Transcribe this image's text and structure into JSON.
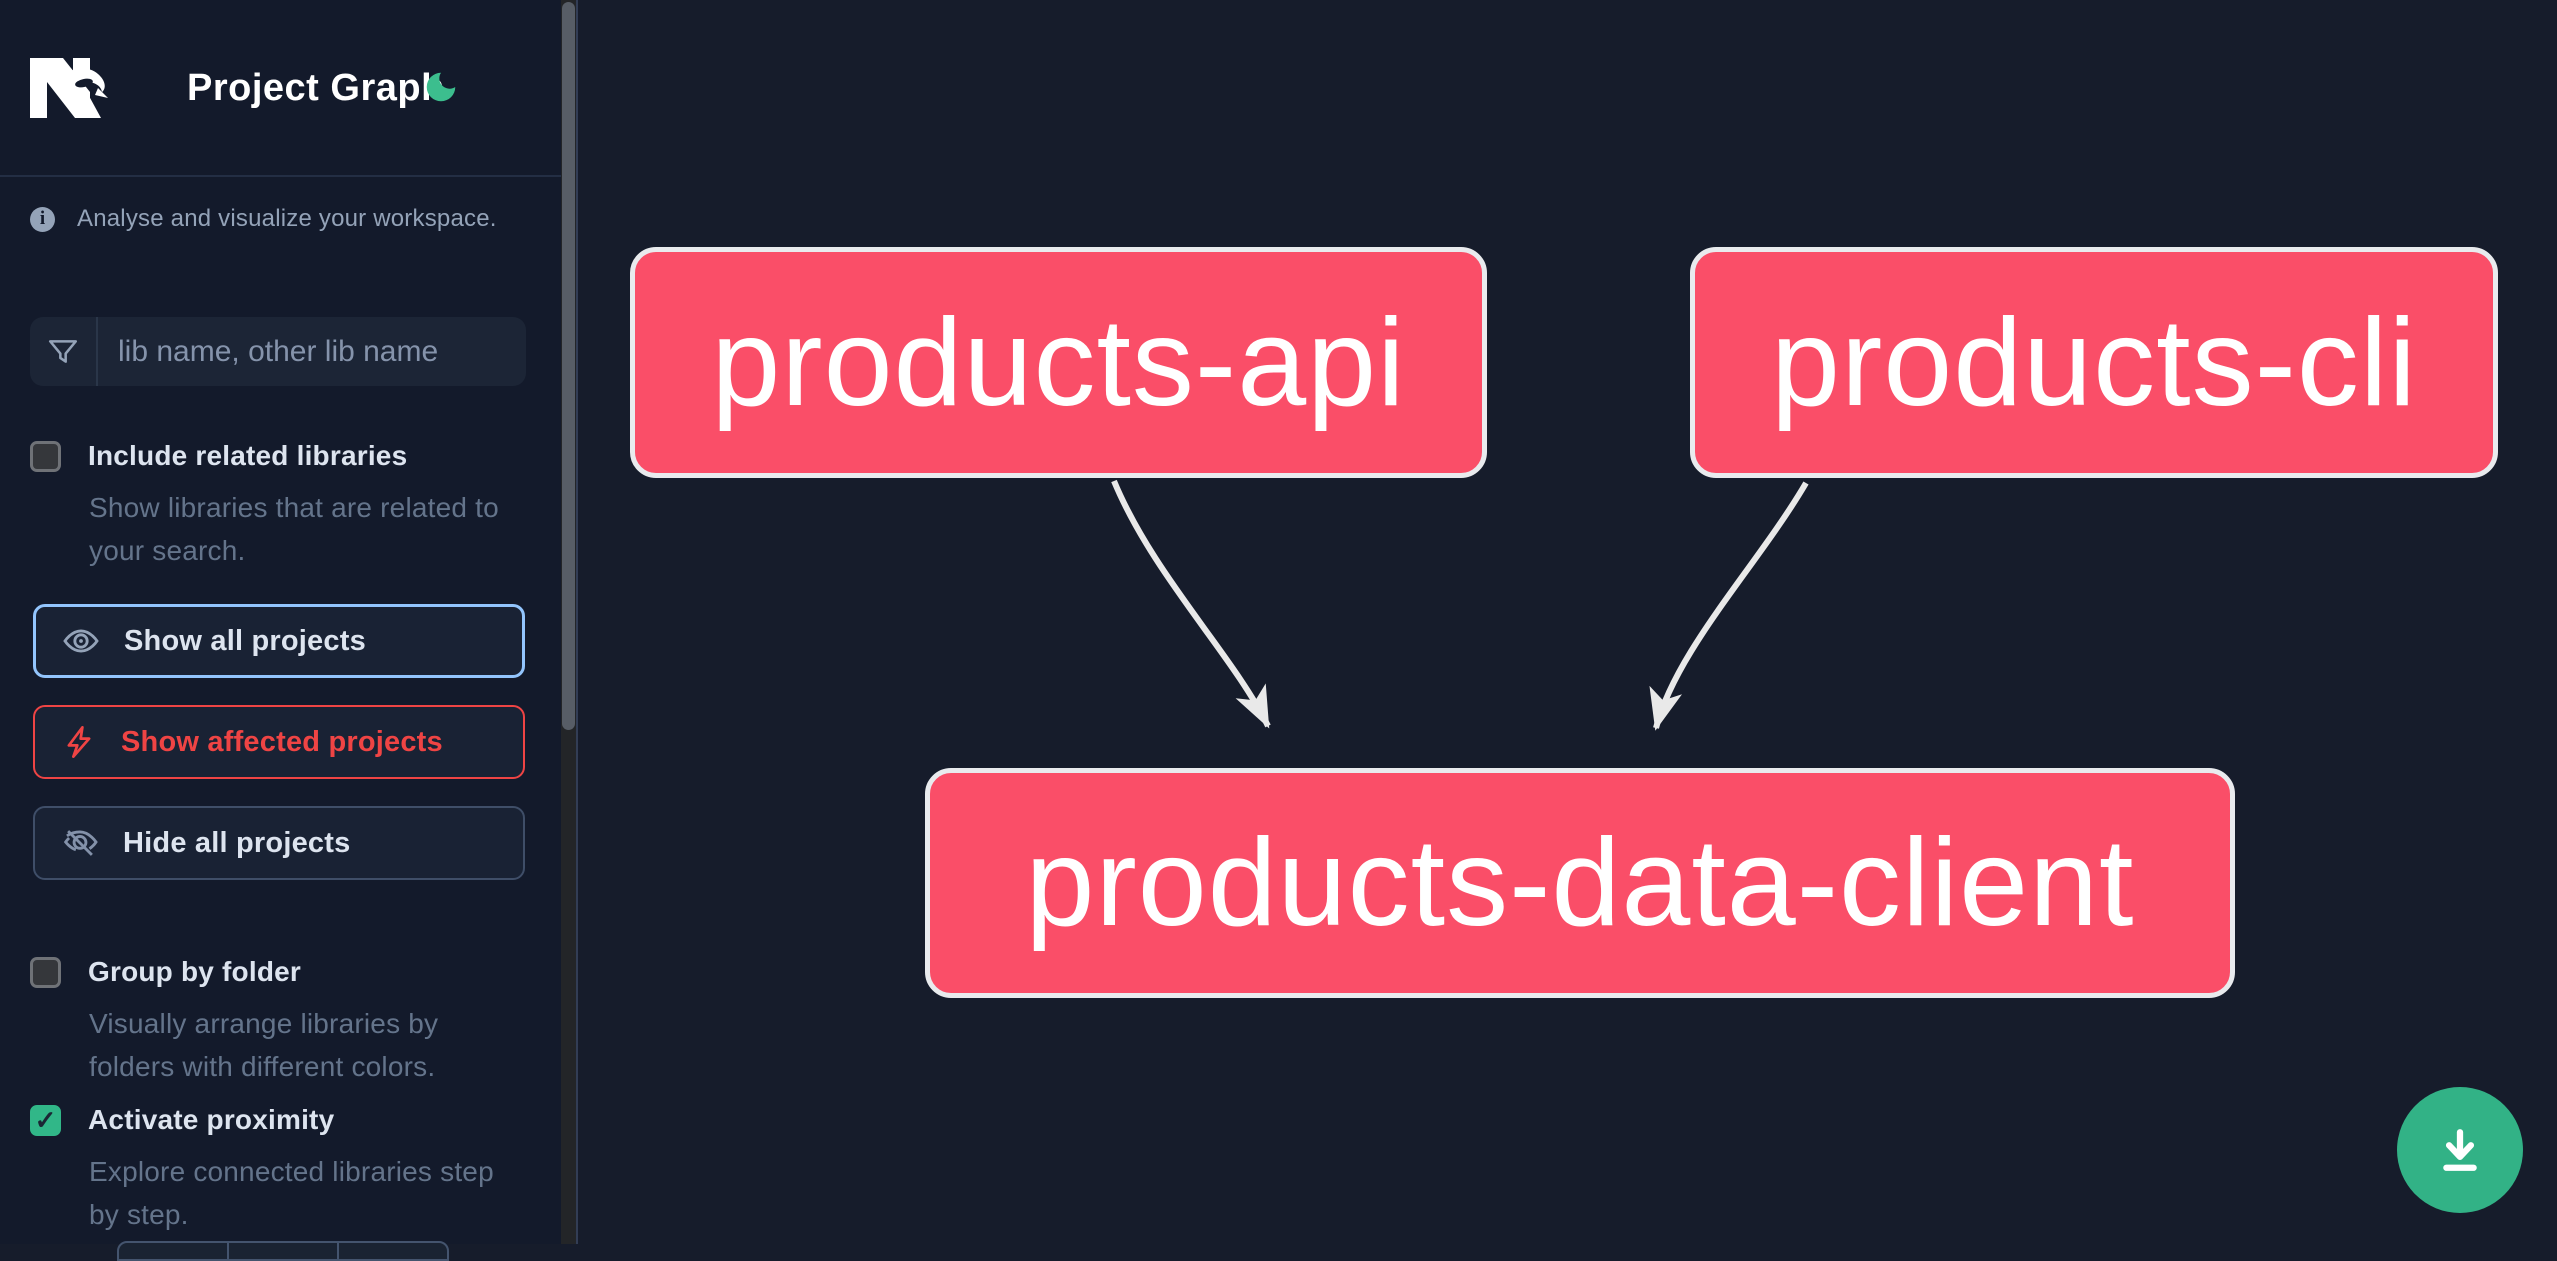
{
  "app": {
    "title": "Project Graph"
  },
  "colors": {
    "sidebar_bg": "#131a2b",
    "canvas_bg": "#161c2b",
    "node_fill": "#fa4e68",
    "node_border": "#e9ebee",
    "edge": "#e9e9e9",
    "accent_blue": "#93c5fd",
    "accent_red": "#ef4444",
    "accent_green": "#31b788",
    "fab_green": "#32b286",
    "moon_green": "#3cbe8e",
    "text_muted": "#94a3b8",
    "text_desc": "#64748b"
  },
  "sidebar": {
    "tagline": "Analyse and visualize your workspace.",
    "icons": {
      "logo": "nx-logo",
      "theme": "moon-icon",
      "info": "info-icon",
      "filter": "funnel-icon",
      "show": "eye-icon",
      "affected": "lightning-icon",
      "hide": "eye-off-icon"
    },
    "search": {
      "placeholder": "lib name, other lib name",
      "value": ""
    },
    "options": [
      {
        "label": "Include related libraries",
        "checked": false,
        "desc_lines": [
          "Show libraries that are related to",
          "your search."
        ]
      },
      {
        "label": "Group by folder",
        "checked": false,
        "desc_lines": [
          "Visually arrange libraries by",
          "folders with different colors."
        ]
      },
      {
        "label": "Activate proximity",
        "checked": true,
        "check_glyph": "✓",
        "desc_lines": [
          "Explore connected libraries step",
          "by step."
        ]
      }
    ],
    "buttons": [
      {
        "label": "Show all projects"
      },
      {
        "label": "Show affected projects"
      },
      {
        "label": "Hide all projects"
      }
    ]
  },
  "graph": {
    "nodes": [
      {
        "id": "products-api",
        "label": "products-api"
      },
      {
        "id": "products-cli",
        "label": "products-cli"
      },
      {
        "id": "products-data-client",
        "label": "products-data-client"
      }
    ],
    "edges": [
      {
        "from": "products-api",
        "to": "products-data-client"
      },
      {
        "from": "products-cli",
        "to": "products-data-client"
      }
    ]
  }
}
